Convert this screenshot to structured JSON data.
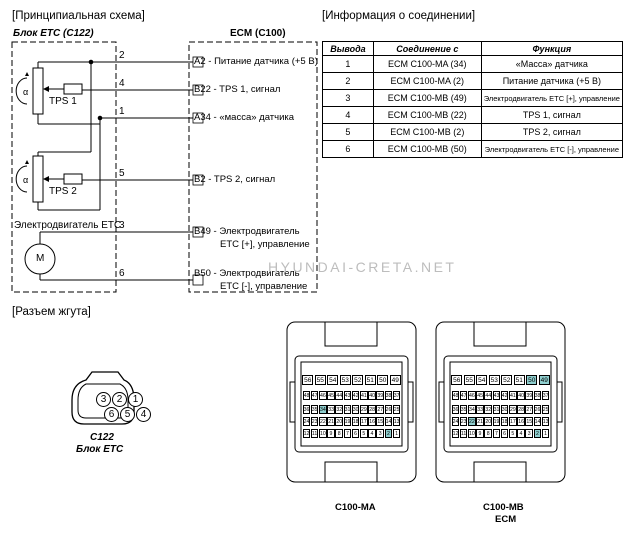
{
  "headings": {
    "schematic": "[Принципиальная схема]",
    "connection_info": "[Информация о соединении]",
    "harness": "[Разъем жгута]"
  },
  "etc_block": {
    "title": "Блок ETC (C122)",
    "tps1": "TPS 1",
    "tps2": "TPS 2",
    "alpha": "α",
    "motor_label": "Электродвигатель ETC",
    "motor_symbol": "M"
  },
  "ecm_block": {
    "title": "ECM (C100)"
  },
  "wires": [
    {
      "num": "2",
      "pin": "A2",
      "label": "- Питание датчика (+5 В)"
    },
    {
      "num": "4",
      "pin": "B22",
      "label": "- TPS 1, сигнал"
    },
    {
      "num": "1",
      "pin": "A34",
      "label": "- «масса» датчика"
    },
    {
      "num": "5",
      "pin": "B2",
      "label": "- TPS 2, сигнал"
    },
    {
      "num": "3",
      "pin": "B49",
      "label": "- Электродвигатель",
      "label2": "ETC [+], управление"
    },
    {
      "num": "6",
      "pin": "B50",
      "label": "- Электродвигатель",
      "label2": "ETC [-], управление"
    }
  ],
  "table": {
    "headers": [
      "Вывода",
      "Соединение с",
      "Функция"
    ],
    "rows": [
      [
        "1",
        "ECM C100-MA (34)",
        "«Масса» датчика"
      ],
      [
        "2",
        "ECM C100-MA (2)",
        "Питание датчика (+5 В)"
      ],
      [
        "3",
        "ECM C100-MB (49)",
        "Электродвигатель ETC [+], управление"
      ],
      [
        "4",
        "ECM C100-MB (22)",
        "TPS 1, сигнал"
      ],
      [
        "5",
        "ECM C100-MB (2)",
        "TPS 2, сигнал"
      ],
      [
        "6",
        "ECM C100-MB (50)",
        "Электродвигатель ETC [-], управление"
      ]
    ]
  },
  "connector_c122": {
    "title": "C122",
    "subtitle": "Блок ETC",
    "top_pins": [
      "3",
      "2",
      "1"
    ],
    "bottom_pins": [
      "6",
      "5",
      "4"
    ]
  },
  "ecm_connectors": [
    {
      "label": "C100-MA",
      "sublabel": "",
      "highlight_pins": [
        34,
        2
      ]
    },
    {
      "label": "C100-MB",
      "sublabel": "ECM",
      "highlight_pins": [
        50,
        49,
        22,
        2
      ]
    }
  ],
  "pin_rows": {
    "row1": [
      56,
      55,
      54,
      53,
      52,
      51,
      50,
      49
    ],
    "row2": [
      48,
      47,
      46,
      45,
      44,
      43,
      42,
      41,
      40,
      39,
      38,
      37
    ],
    "row3": [
      36,
      35,
      34,
      33,
      32,
      31,
      30,
      29,
      28,
      27,
      26,
      25
    ],
    "row4": [
      24,
      23,
      22,
      21,
      20,
      19,
      18,
      17,
      16,
      15,
      14,
      13
    ],
    "row5": [
      12,
      11,
      10,
      9,
      8,
      7,
      6,
      5,
      4,
      3,
      2,
      1
    ]
  },
  "colors": {
    "pin_highlight": "#8fcfcf",
    "line": "#000000"
  },
  "watermark": "HYUNDAI-CRETA.NET"
}
